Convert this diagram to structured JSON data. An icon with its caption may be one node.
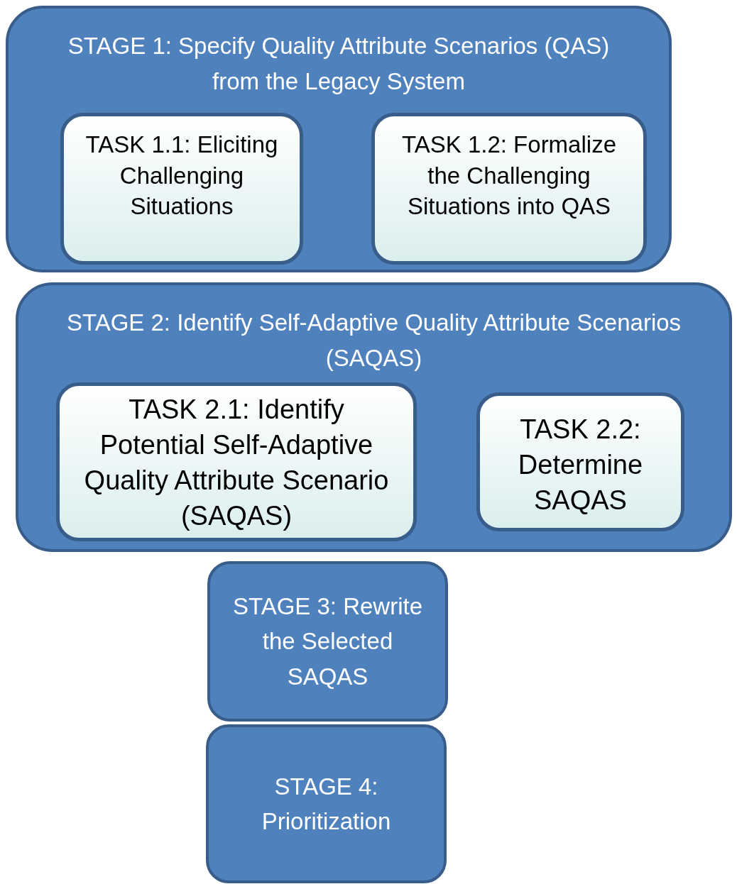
{
  "diagram": {
    "nodes": [
      {
        "text": [
          "STAGE 1: Specify Quality Attribute Scenarios (QAS) from the Legacy System"
        ]
      },
      {
        "text": [
          "TASK 1.1: Eliciting Challenging Situations"
        ],
        "in": 0
      },
      {
        "text": [
          "TASK 1.2: Formalize the Challenging Situations into QAS"
        ],
        "in": 0
      },
      {
        "text": [
          "STAGE 2: Identify Self-Adaptive Quality Attribute Scenarios (SAQAS)"
        ]
      },
      {
        "text": [
          "TASK 2.1: Identify Potential Self-Adaptive Quality Attribute Scenario (SAQAS)"
        ],
        "in": 3
      },
      {
        "text": [
          "TASK 2.2: Determine SAQAS"
        ],
        "in": 3
      },
      {
        "text": [
          "STAGE 3: Rewrite the Selected SAQAS"
        ]
      },
      {
        "text": [
          "STAGE 4: Prioritization"
        ]
      }
    ]
  }
}
